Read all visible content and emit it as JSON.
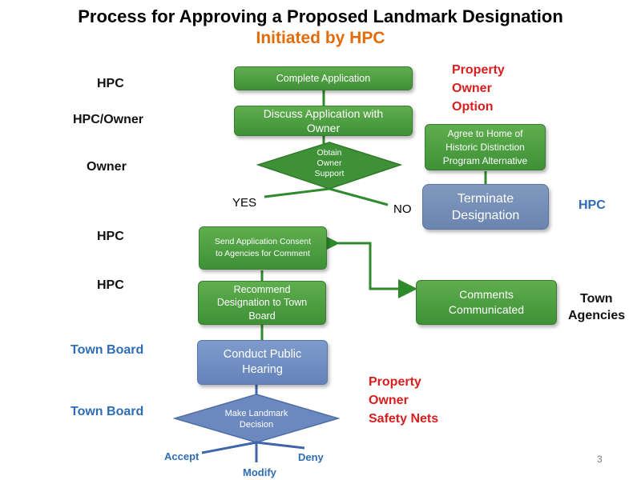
{
  "title": "Process for Approving a Proposed Landmark Designation",
  "subtitle": "Initiated by HPC",
  "roles": {
    "r1": "HPC",
    "r2": "HPC/Owner",
    "r3": "Owner",
    "r4": "HPC",
    "r5": "HPC",
    "r6": "Town Board",
    "r7": "Town Board",
    "right_hpc": "HPC",
    "right_town_line1": "Town",
    "right_town_line2": "Agencies"
  },
  "notes": {
    "property_owner_option": [
      "Property",
      "Owner",
      "Option"
    ],
    "property_owner_safety_nets": [
      "Property",
      "Owner",
      "Safety Nets"
    ]
  },
  "steps": {
    "complete_application": "Complete Application",
    "discuss_application": [
      "Discuss Application with",
      "Owner"
    ],
    "obtain_support": [
      "Obtain",
      "Owner",
      "Support"
    ],
    "agree_home": [
      "Agree to Home of",
      "Historic Distinction",
      "Program Alternative"
    ],
    "terminate": [
      "Terminate",
      "Designation"
    ],
    "send_application": [
      "Send Application Consent",
      "to Agencies for Comment"
    ],
    "recommend": [
      "Recommend",
      "Designation to Town",
      "Board"
    ],
    "comments": [
      "Comments",
      "Communicated"
    ],
    "public_hearing": [
      "Conduct Public",
      "Hearing"
    ],
    "decision": [
      "Make Landmark",
      "Decision"
    ]
  },
  "branches": {
    "yes": "YES",
    "no": "NO",
    "accept": "Accept",
    "modify": "Modify",
    "deny": "Deny"
  },
  "page_number": "3",
  "colors": {
    "green_box": "#4a9e40",
    "blue_box": "#7390c4",
    "connector_green": "#2f8a2c",
    "connector_blue": "#3f66aa",
    "subtitle": "#e36c09",
    "red_note": "#d81e1e",
    "blue_role": "#2e6db4"
  }
}
